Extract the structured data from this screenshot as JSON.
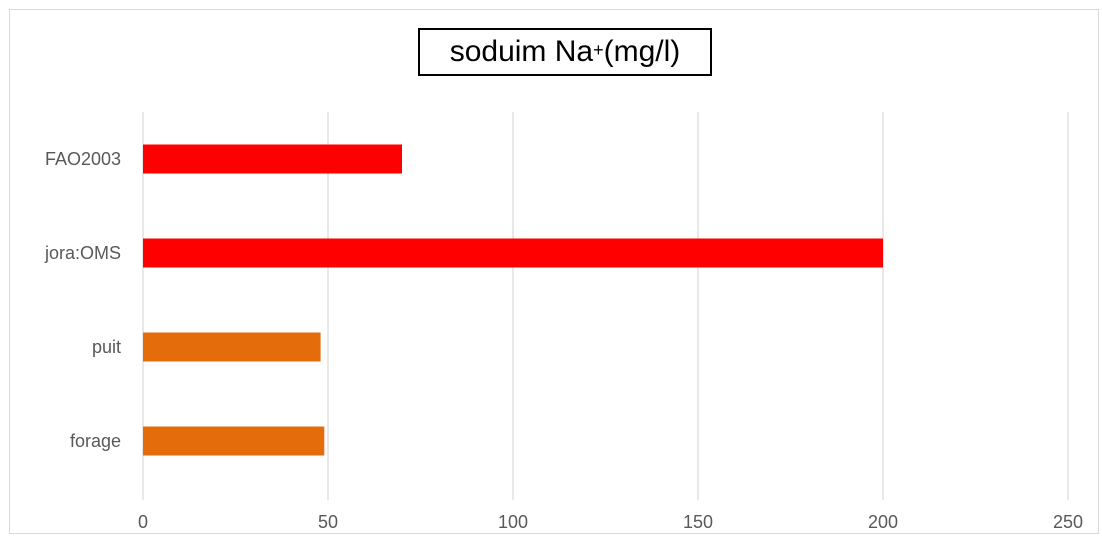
{
  "chart_data": {
    "type": "bar",
    "orientation": "horizontal",
    "title": {
      "main": "soduim Na",
      "superscript": "+",
      "unit": " (mg/l)"
    },
    "categories": [
      "FAO2003",
      "jora:OMS",
      "puit",
      "forage"
    ],
    "values": [
      70,
      200,
      48,
      49
    ],
    "bar_colors": [
      "#ff0000",
      "#ff0000",
      "#e46c0a",
      "#e46c0a"
    ],
    "xlim": [
      0,
      250
    ],
    "x_ticks": [
      "0",
      "50",
      "100",
      "150",
      "200",
      "250"
    ],
    "grid": true,
    "gridline_color": "#d9d9d9",
    "legend": "none"
  }
}
